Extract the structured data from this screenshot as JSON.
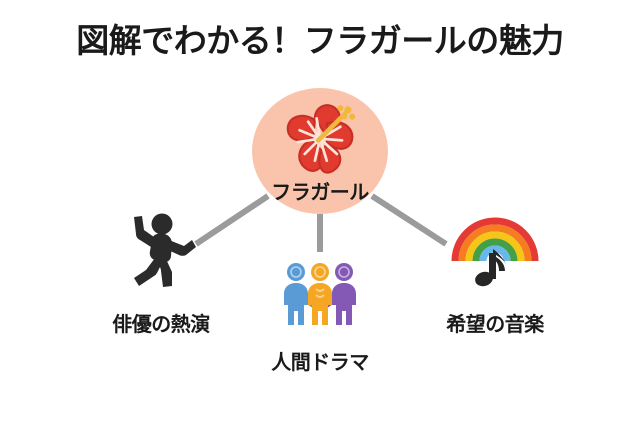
{
  "page": {
    "background_color": "#ffffff",
    "title": "図解でわかる！フラガールの魅力",
    "title_color": "#1a1a1a"
  },
  "diagram": {
    "type": "radial-mind-map",
    "connector_color": "#9b9b9b",
    "center": {
      "label": "フラガール",
      "icon": "hibiscus-flower-icon",
      "circle_color": "#fac4ac",
      "flower_petal_color": "#e03b2e",
      "flower_petal_shade_color": "#c62f26",
      "flower_stamen_color": "#f0b93c",
      "flower_vein_color": "#fde3d8"
    },
    "branches": [
      {
        "id": "acting",
        "label": "俳優の熱演",
        "icon": "dancing-person-icon",
        "icon_color": "#2b2b2b",
        "position": "left"
      },
      {
        "id": "human-drama",
        "label": "人間ドラマ",
        "icon": "three-people-holding-hands-icon",
        "icon_colors": {
          "left_person": "#5b9bd5",
          "middle_person": "#f5a623",
          "right_person": "#8459b5"
        },
        "position": "center-bottom"
      },
      {
        "id": "music",
        "label": "希望の音楽",
        "icon": "rainbow-with-music-note-icon",
        "icon_colors": {
          "rainbow_red": "#e53935",
          "rainbow_orange": "#f57c20",
          "rainbow_yellow": "#f5c518",
          "rainbow_green": "#43a047",
          "rainbow_blue": "#6ab7ea",
          "music_note": "#262626"
        },
        "position": "right"
      }
    ]
  }
}
